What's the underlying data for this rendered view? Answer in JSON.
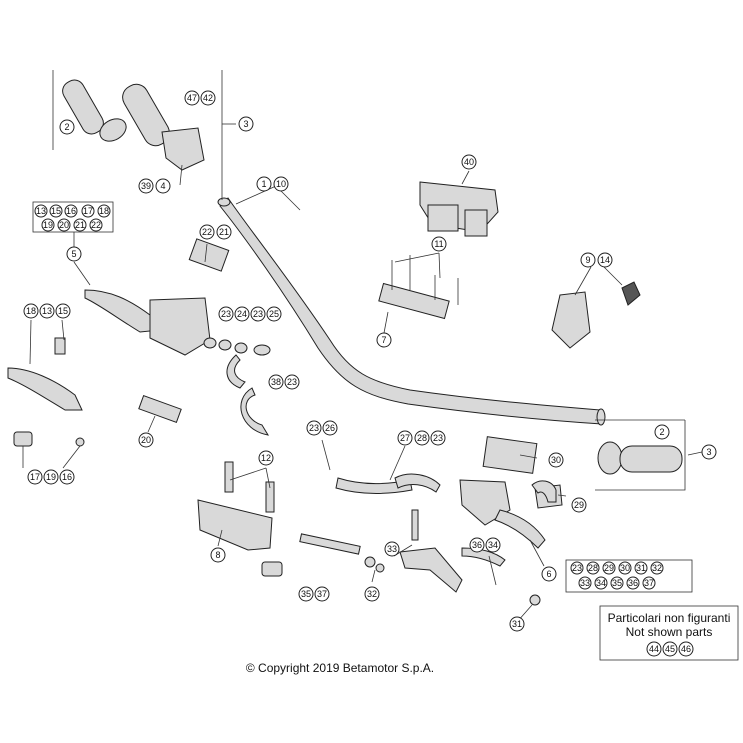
{
  "copyright": "© Copyright 2019 Betamotor S.p.A.",
  "note": {
    "line1": "Particolari non figuranti",
    "line2": "Not shown parts",
    "refs": [
      "44",
      "45",
      "46"
    ]
  },
  "groups": {
    "g13": [
      "13",
      "15",
      "16",
      "17",
      "18",
      "19",
      "20",
      "21",
      "22"
    ],
    "g6": [
      "23",
      "28",
      "29",
      "30",
      "31",
      "32",
      "33",
      "34",
      "35",
      "36",
      "37"
    ]
  },
  "callouts": [
    "1",
    "2",
    "3",
    "4",
    "5",
    "6",
    "7",
    "8",
    "9",
    "10",
    "11",
    "12",
    "13",
    "14",
    "15",
    "16",
    "17",
    "18",
    "19",
    "20",
    "21",
    "22",
    "23",
    "24",
    "25",
    "26",
    "27",
    "28",
    "29",
    "30",
    "31",
    "32",
    "33",
    "34",
    "35",
    "36",
    "37",
    "38",
    "39",
    "40",
    "42",
    "47"
  ]
}
